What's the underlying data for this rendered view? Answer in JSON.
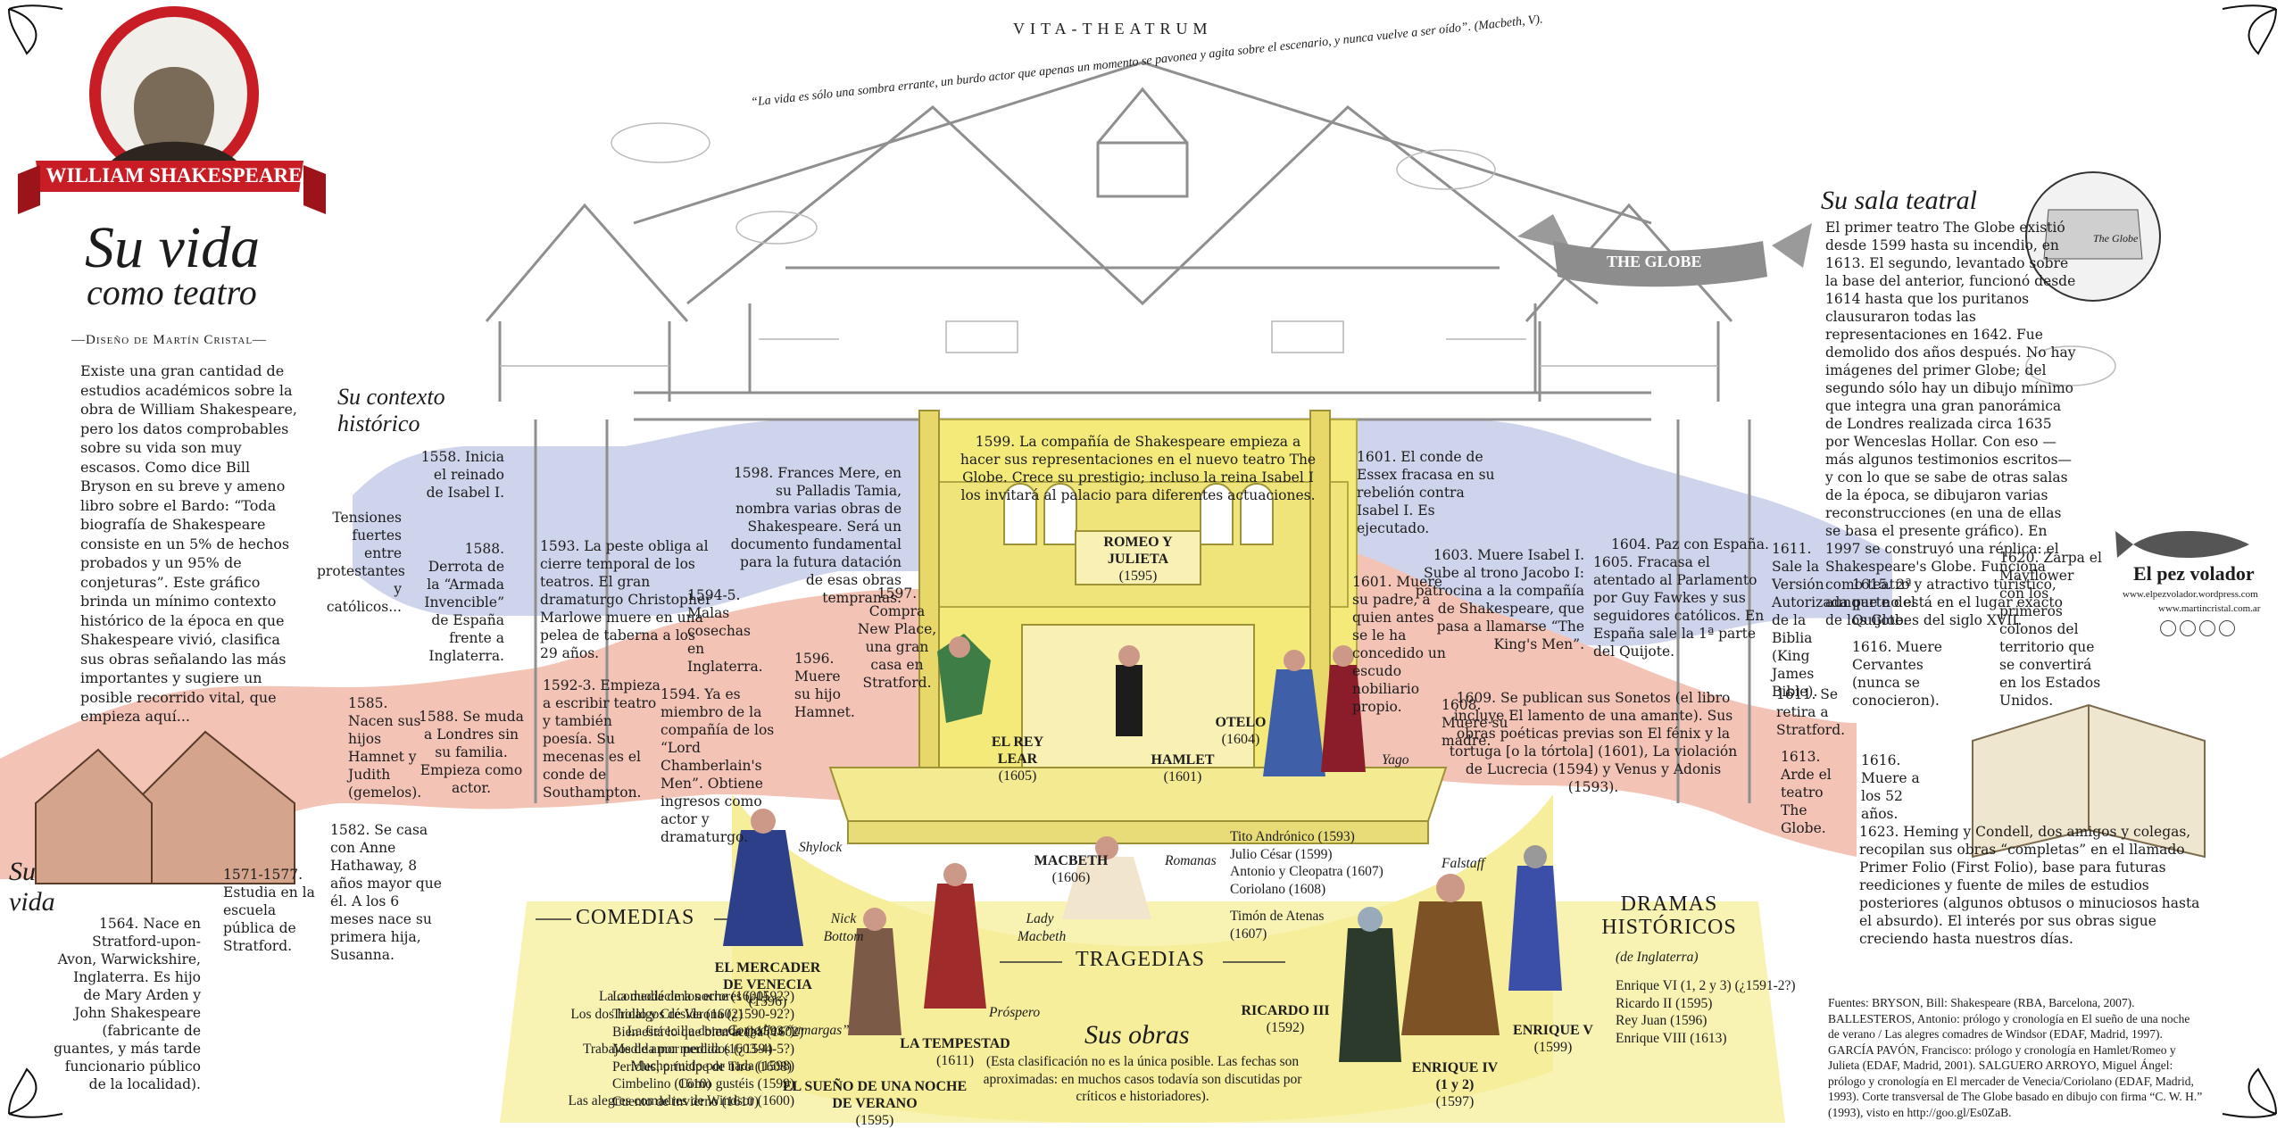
{
  "header": {
    "portrait_banner": "WILLIAM SHAKESPEARE",
    "title_line1": "Su vida",
    "title_line2": "como teatro",
    "credit": "—Diseño de Martín Cristal—",
    "theatre_title": "VITA-THEATRUM",
    "quote": "“La vida es sólo una sombra errante, un burdo actor que apenas un momento se pavonea y agita sobre el escenario, y nunca vuelve a ser oído”. (Macbeth, V).",
    "globe_banner": "THE GLOBE",
    "sketch_caption": "The Globe"
  },
  "intro": {
    "text": "Existe una gran cantidad de estudios académicos sobre la obra de William Shakespeare, pero los datos comprobables sobre su vida son muy escasos. Como dice Bill Bryson en su breve y ameno libro sobre el Bardo: “Toda biografía de Shakespeare consiste en un 5% de hechos probados y un 95% de conjeturas”. Este gráfico brinda un mínimo contexto histórico de la época en que Shakespeare vivió, clasifica sus obras señalando las más importantes y sugiere un posible recorrido vital, que empieza aquí..."
  },
  "sections": {
    "context": "Su contexto histórico",
    "life": "Su vida",
    "theatre": "Su sala teatral",
    "works": "Sus obras",
    "works_note": "(Esta clasificación no es la única posible. Las fechas son aproximadas: en muchos casos todavía son discutidas por críticos e historiadores)."
  },
  "context_events": {
    "e1558": "1558. Inicia el reinado de Isabel I.",
    "tensions": "Tensiones fuertes entre protestantes y católicos...",
    "e1588": "1588. Derrota de la “Armada Invencible” de España frente a Inglaterra.",
    "e1593": "1593. La peste obliga al cierre temporal de los teatros. El gran dramaturgo Christopher Marlowe muere en una pelea de taberna a los 29 años.",
    "e1594": "1594-5. Malas cosechas en Inglaterra.",
    "e1598": "1598. Frances Mere, en su Palladis Tamia, nombra varias obras de Shakespeare. Será un documento fundamental para la futura datación de esas obras tempranas.",
    "e1599": "1599. La compañía de Shakespeare empieza a hacer sus representaciones en el nuevo teatro The Globe. Crece su prestigio; incluso la reina Isabel I los invitará al palacio para diferentes actuaciones.",
    "e1601": "1601. El conde de Essex fracasa en su rebelión contra Isabel I. Es ejecutado.",
    "e1603": "1603. Muere Isabel I. Sube al trono Jacobo I: patrocina a la compañía de Shakespeare, que pasa a llamarse “The King's Men”.",
    "e1604": "1604. Paz con España.",
    "e1605": "1605. Fracasa el atentado al Parlamento por Guy Fawkes y sus seguidores católicos. En España sale la 1ª parte del Quijote.",
    "e1611": "1611. Sale la Versión Autorizada de la Biblia (King James Bible).",
    "e1615": "1615. 2ª parte del Quijote.",
    "e1616": "1616. Muere Cervantes (nunca se conocieron).",
    "e1620": "1620. Zarpa el Mayflower con los primeros colonos del territorio que se convertirá en los Estados Unidos."
  },
  "life_events": {
    "l1564": "1564. Nace en Stratford-upon-Avon, Warwickshire, Inglaterra. Es hijo de Mary Arden y John Shakespeare (fabricante de guantes, y más tarde funcionario público de la localidad).",
    "l1571": "1571-1577. Estudia en la escuela pública de Stratford.",
    "l1582": "1582. Se casa con Anne Hathaway, 8 años mayor que él. A los 6 meses nace su primera hija, Susanna.",
    "l1585": "1585. Nacen sus hijos Hamnet y Judith (gemelos).",
    "l1588": "1588. Se muda a Londres sin su familia. Empieza como actor.",
    "l1592": "1592-3. Empieza a escribir teatro y también poesía. Su mecenas es el conde de Southampton.",
    "l1594": "1594. Ya es miembro de la compañía de los “Lord Chamberlain's Men”. Obtiene ingresos como actor y dramaturgo.",
    "l1596": "1596. Muere su hijo Hamnet.",
    "l1597": "1597. Compra New Place, una gran casa en Stratford.",
    "l1601": "1601. Muere su padre, a quien antes se le ha concedido un escudo nobiliario propio.",
    "l1608": "1608. Muere su madre.",
    "l1609": "1609. Se publican sus Sonetos (el libro incluye El lamento de una amante). Sus obras poéticas previas son El fénix y la tortuga [o la tórtola] (1601), La violación de Lucrecia (1594) y Venus y Adonis (1593).",
    "l1611": "1611. Se retira a Stratford.",
    "l1613": "1613. Arde el teatro The Globe.",
    "l1616": "1616. Muere a los 52 años.",
    "l1623": "1623. Heming y Condell, dos amigos y colegas, recopilan sus obras “completas” en el llamado Primer Folio (First Folio), base para futuras reediciones y fuente de miles de estudios posteriores (algunos obtusos o minuciosos hasta el absurdo). El interés por sus obras sigue creciendo hasta nuestros días."
  },
  "globe_text": "El primer teatro The Globe existió desde 1599 hasta su incendio, en 1613. El segundo, levantado sobre la base del anterior, funcionó desde 1614 hasta que los puritanos clausuraron todas las representaciones en 1642. Fue demolido dos años después. No hay imágenes del primer Globe; del segundo sólo hay un dibujo mínimo que integra una gran panorámica de Londres realizada circa 1635 por Wenceslas Hollar. Con eso —más algunos testimonios escritos— y con lo que se sabe de otras salas de la época, se dibujaron varias reconstrucciones (en una de ellas se basa el presente gráfico). En 1997 se construyó una réplica: el Shakespeare's Globe. Funciona como teatro y atractivo turístico, aunque no está en el lugar exacto de los Globes del siglo XVII.",
  "brand": {
    "name": "El pez volador",
    "url1": "www.elpezvolador.wordpress.com",
    "url2": "www.martincristal.com.ar"
  },
  "categories": {
    "comedias": "COMEDIAS",
    "tragedias": "TRAGEDIAS",
    "historicos1": "DRAMAS",
    "historicos2": "HISTÓRICOS",
    "historicos_sub": "(de Inglaterra)",
    "romanas": "Romanas",
    "amargas": "Comedias “amargas”"
  },
  "featured": {
    "romeo": "ROMEO Y JULIETA",
    "romeo_year": "(1595)",
    "lear": "EL REY LEAR",
    "lear_year": "(1605)",
    "hamlet": "HAMLET",
    "hamlet_year": "(1601)",
    "otelo": "OTELO",
    "otelo_year": "(1604)",
    "macbeth": "MACBETH",
    "macbeth_year": "(1606)",
    "mercader": "EL MERCADER DE VENECIA",
    "mercader_year": "(1596)",
    "tempestad": "LA TEMPESTAD",
    "tempestad_year": "(1611)",
    "sueno": "EL SUEÑO DE UNA NOCHE DE VERANO",
    "sueno_year": "(1595)",
    "ricardo3": "RICARDO III",
    "ricardo3_year": "(1592)",
    "enrique4": "ENRIQUE IV (1 y 2)",
    "enrique4_year": "(1597)",
    "enrique5": "ENRIQUE V",
    "enrique5_year": "(1599)"
  },
  "characters": {
    "shylock": "Shylock",
    "nick": "Nick Bottom",
    "prospero": "Próspero",
    "lady": "Lady Macbeth",
    "yago": "Yago",
    "falstaff": "Falstaff"
  },
  "comedias_list": [
    "La comedia de los errores (¿1592?)",
    "Los dos hidalgos de Verona (¿1590-92?)",
    "La fierecilla domada (¿1593?)",
    "Trabajos de amor perdidos (¿1594-5?)",
    "Mucho ruido por nada (1598)",
    "Como gustéis (1599)",
    "Las alegres comadres de Windsor (1600)"
  ],
  "amargas_list": [
    "La duodécima noche (1600)",
    "Troilo y Crésida (1602)",
    "Bien está lo que bien acaba (1602)",
    "Medida por medida (1603-4)",
    "Pericles, príncipe de Tiro (1608)",
    "Cimbelino (1610)",
    "Cuento de invierno (1610)"
  ],
  "romanas_list": [
    "Tito Andrónico (1593)",
    "Julio César (1599)",
    "Antonio y Cleopatra (1607)",
    "Coriolano (1608)"
  ],
  "timon": "Timón de Atenas (1607)",
  "historicos_list": [
    "Enrique VI (1, 2 y 3) (¿1591-2?)",
    "Ricardo II (1595)",
    "Rey Juan (1596)",
    "Enrique VIII (1613)"
  ],
  "sources": "Fuentes: BRYSON, Bill: Shakespeare (RBA, Barcelona, 2007). BALLESTEROS, Antonio: prólogo y cronología en El sueño de una noche de verano / Las alegres comadres de Windsor (EDAF, Madrid, 1997). GARCÍA PAVÓN, Francisco: prólogo y cronología en Hamlet/Romeo y Julieta (EDAF, Madrid, 2001). SALGUERO ARROYO, Miguel Ángel: prólogo y cronología en El mercader de Venecia/Coriolano (EDAF, Madrid, 1993). Corte transversal de The Globe basado en dibujo con firma “C. W. H.” (1993), visto en http://goo.gl/Es0ZaB.",
  "colors": {
    "context_band": "#c9cfe9",
    "life_band": "#f3c3b6",
    "stage": "#f6ee9a",
    "banner_red": "#c81d25",
    "building": "#8a8a8a"
  }
}
